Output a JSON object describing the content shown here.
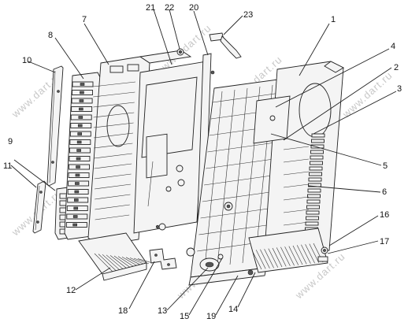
{
  "diagram": {
    "watermark": "www.dart.ru",
    "callouts": [
      "1",
      "2",
      "3",
      "4",
      "5",
      "6",
      "7",
      "8",
      "9",
      "10",
      "11",
      "12",
      "13",
      "14",
      "15",
      "16",
      "17",
      "18",
      "19",
      "20",
      "21",
      "22",
      "23"
    ]
  }
}
